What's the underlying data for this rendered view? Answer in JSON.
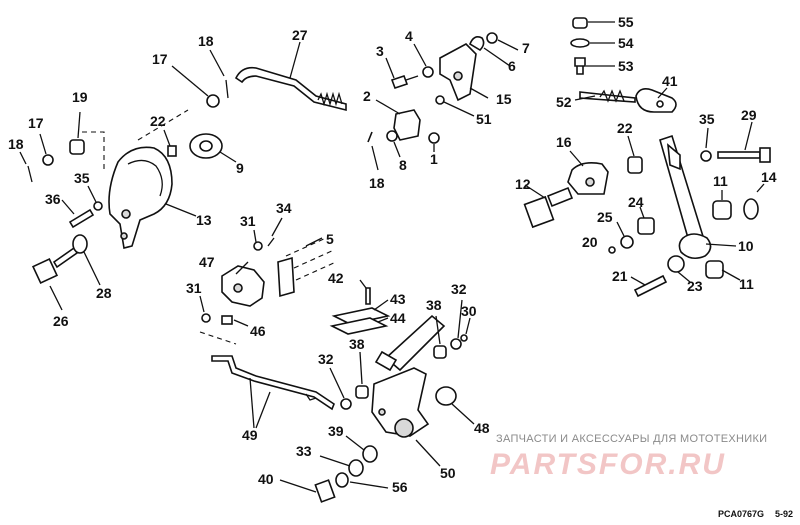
{
  "callouts": [
    "1",
    "2",
    "3",
    "4",
    "5",
    "6",
    "7",
    "8",
    "9",
    "10",
    "11",
    "12",
    "13",
    "14",
    "15",
    "16",
    "17",
    "18",
    "19",
    "20",
    "21",
    "22",
    "23",
    "24",
    "25",
    "26",
    "27",
    "28",
    "29",
    "30",
    "31",
    "32",
    "33",
    "34",
    "35",
    "36",
    "38",
    "39",
    "40",
    "41",
    "42",
    "43",
    "44",
    "46",
    "47",
    "48",
    "49",
    "50",
    "51",
    "52",
    "53",
    "54",
    "55",
    "56"
  ],
  "labels": {
    "p55": "55",
    "p54": "54",
    "p53": "53",
    "p41": "41",
    "p52": "52",
    "p35r": "35",
    "p29": "29",
    "p16": "16",
    "p22r": "22",
    "p12": "12",
    "p11a": "11",
    "p14": "14",
    "p24": "24",
    "p25": "25",
    "p20": "20",
    "p10": "10",
    "p21": "21",
    "p23": "23",
    "p11b": "11",
    "p3": "3",
    "p4": "4",
    "p7": "7",
    "p6": "6",
    "p15": "15",
    "p2": "2",
    "p51": "51",
    "p8": "8",
    "p1": "1",
    "p18m": "18",
    "p18t": "18",
    "p27": "27",
    "p17t": "17",
    "p19": "19",
    "p22l": "22",
    "p17l": "17",
    "p18l": "18",
    "p9": "9",
    "p35l": "35",
    "p36": "36",
    "p13": "13",
    "p26": "26",
    "p28": "28",
    "p31a": "31",
    "p34": "34",
    "p5": "5",
    "p47": "47",
    "p31b": "31",
    "p46": "46",
    "p42": "42",
    "p43": "43",
    "p44": "44",
    "p38a": "38",
    "p32a": "32",
    "p30": "30",
    "p32b": "32",
    "p38b": "38",
    "p49": "49",
    "p48": "48",
    "p39": "39",
    "p33": "33",
    "p50": "50",
    "p40": "40",
    "p56": "56"
  },
  "watermark": {
    "caption": "ЗАПЧАСТИ И АКСЕССУАРЫ ДЛЯ МОТОТЕХНИКИ",
    "logo": "PARTSFOR.RU"
  },
  "footer": {
    "figure_code": "PCA0767G",
    "page_ref": "5-92"
  }
}
